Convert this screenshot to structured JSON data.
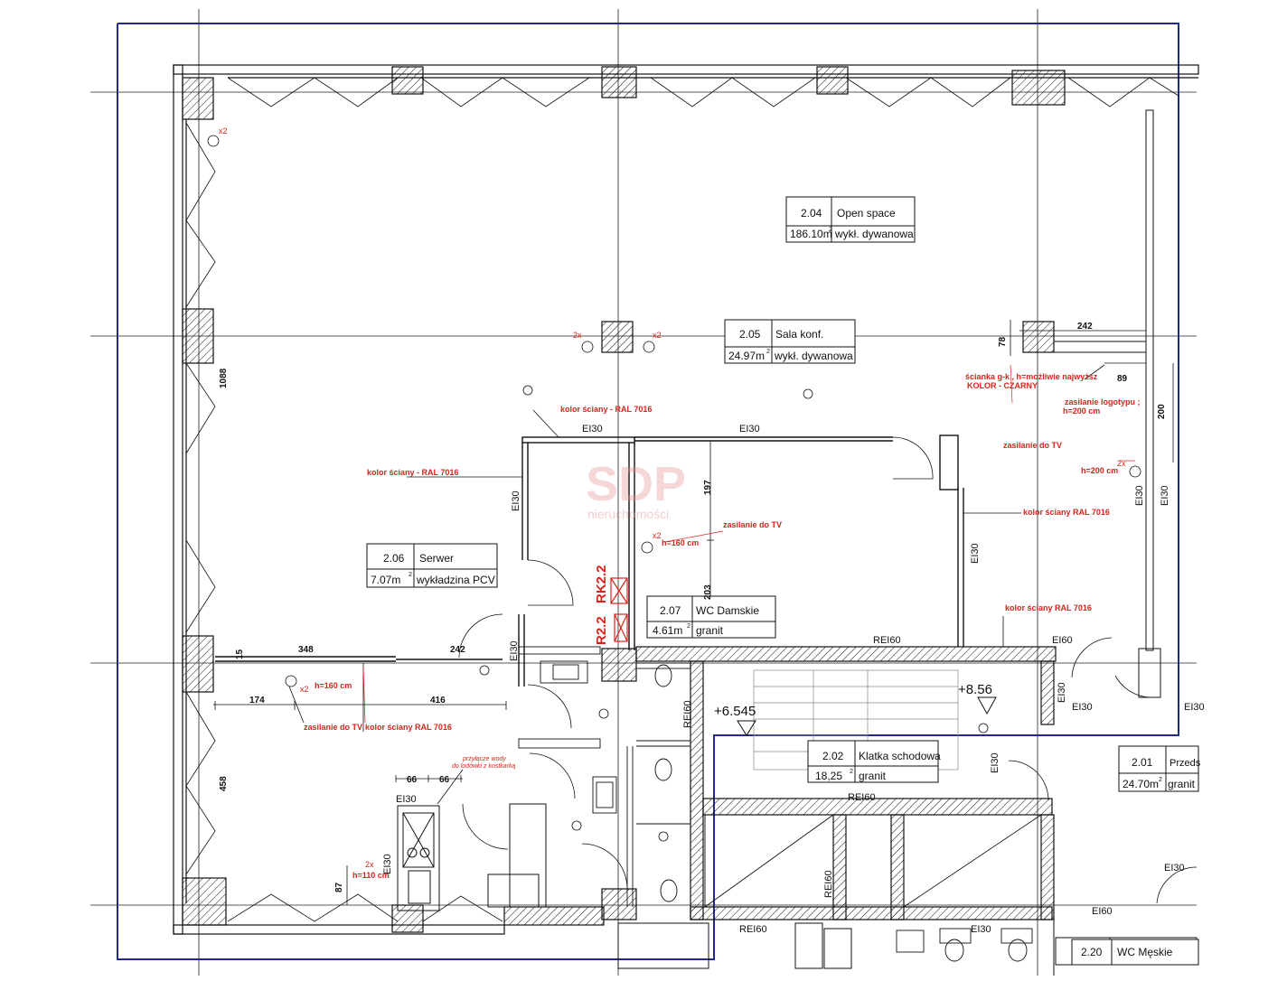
{
  "rooms": [
    {
      "number": "2.04",
      "name": "Open space",
      "area": "186.10m",
      "finish": "wykł. dywanowa"
    },
    {
      "number": "2.05",
      "name": "Sala konf.",
      "area": "24.97m",
      "finish": "wykł. dywanowa"
    },
    {
      "number": "2.06",
      "name": "Serwer",
      "area": "7.07m",
      "finish": "wykładzina PCV"
    },
    {
      "number": "2.07",
      "name": "WC Damskie",
      "area": "4.61m",
      "finish": "granit"
    },
    {
      "number": "2.02",
      "name": "Klatka schodowa",
      "area": "18,25",
      "finish": "granit"
    },
    {
      "number": "2.01",
      "name": "Przeds",
      "area": "24.70m",
      "finish": "granit"
    },
    {
      "number": "2.20",
      "name": "WC Męskie"
    }
  ],
  "superscript": "2",
  "levels": {
    "left": "+6.545",
    "right": "+8.56"
  },
  "watermark": {
    "logo": "SDP",
    "sub": "nieruchomości"
  },
  "riser": {
    "a": "R2.2",
    "b": "RK2.2"
  },
  "dimensions": {
    "d1088": "1088",
    "d458": "458",
    "d348": "348",
    "d242a": "242",
    "d15": "15",
    "d174": "174",
    "d416": "416",
    "d197": "197",
    "d203": "203",
    "d242b": "242",
    "d78": "78",
    "d89": "89",
    "d200": "200",
    "d66a": "66",
    "d66b": "66",
    "d87": "87"
  },
  "fire_labels": {
    "ei30_a": "EI30",
    "ei30_b": "EI30",
    "ei30_c": "EI30",
    "ei30_d": "EI30",
    "ei30_e": "EI30",
    "ei30_f": "EI30",
    "ei30_g": "EI30",
    "ei30_h": "EI30",
    "ei30_i": "EI30",
    "ei30_j": "EI30",
    "ei30_k": "EI30",
    "ei30_l": "EI30",
    "ei30_m": "EI30",
    "ei30_n": "EI30",
    "ei30_o": "EI30",
    "rei60_a": "REI60",
    "rei60_b": "REI60",
    "rei60_c": "REI60",
    "rei60_d": "REI60",
    "ei60_a": "EI60",
    "ei60_b": "EI60"
  },
  "annotations": {
    "kolor_a": "kolor ściany - RAL 7016",
    "kolor_b": "kolor ściany - RAL 7016",
    "kolor_c": "kolor ściany RAL 7016",
    "kolor_d": "kolor ściany RAL 7016",
    "kolor_e": "kolor ściany RAL 7016",
    "scianka_1": "ścianka g-k , h=możliwie najwyższ",
    "scianka_2": "KOLOR - CZARNY",
    "logotyp_1": "zasilanie logotypu ;",
    "logotyp_2": "h=200 cm",
    "tv_a": "zasilanie do TV",
    "tv_a_h": "h=200 cm",
    "tv_b": "zasilanie do TV",
    "tv_b_h": "h=160 cm",
    "tv_c": "zasilanie do TV",
    "tv_c_h": "h=160 cm",
    "h110": "h=110 cm",
    "woda_1": "przyłącze wody",
    "woda_2": "do lodówki z kostkarką",
    "x2_a": "x2",
    "x2_b": "2x",
    "x2_c": "x2",
    "x2_d": "x2",
    "x2_e": "2x",
    "x2_f": "x2",
    "x2_g": "2x"
  },
  "colors": {
    "wall": "#111111",
    "boundary": "#1f2a8a",
    "annotation": "#d8241c",
    "watermark": "#e89090"
  }
}
